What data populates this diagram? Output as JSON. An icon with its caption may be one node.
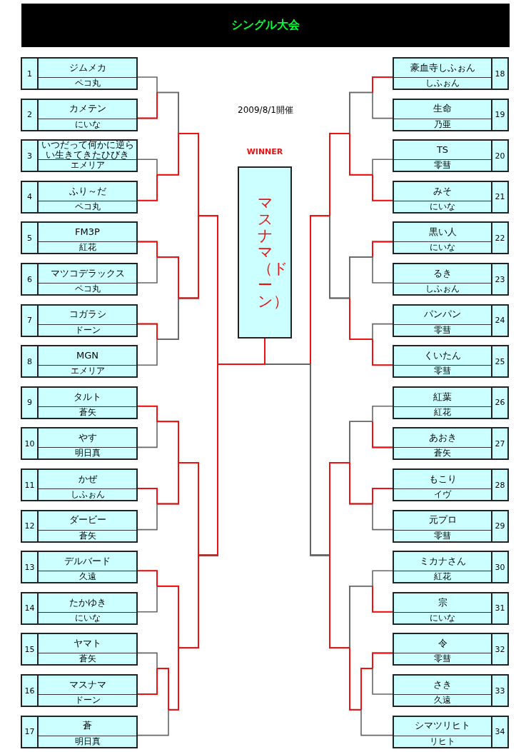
{
  "diagram": {
    "title": "シングル大会",
    "nodes": [
      {
        "text": [
          "ジムメカ",
          "ペコ丸"
        ],
        "beside": [
          "1"
        ]
      },
      {
        "text": [
          "カメテン",
          "にいな"
        ],
        "beside": [
          "2"
        ]
      },
      {
        "text": [
          "いつだって何かに逆らい生きてきたひびき",
          "エメリア"
        ],
        "beside": [
          "3"
        ]
      },
      {
        "text": [
          "ふり～だ",
          "ペコ丸"
        ],
        "beside": [
          "4"
        ]
      },
      {
        "text": [
          "FM3P",
          "紅花"
        ],
        "beside": [
          "5"
        ]
      },
      {
        "text": [
          "マツコデラックス",
          "ペコ丸"
        ],
        "beside": [
          "6"
        ]
      },
      {
        "text": [
          "コガラシ",
          "ドーン"
        ],
        "beside": [
          "7"
        ]
      },
      {
        "text": [
          "MGN",
          "エメリア"
        ],
        "beside": [
          "8"
        ]
      },
      {
        "text": [
          "タルト",
          "蒼矢"
        ],
        "beside": [
          "9"
        ]
      },
      {
        "text": [
          "やす",
          "明日真"
        ],
        "beside": [
          "10"
        ]
      },
      {
        "text": [
          "かぜ",
          "しふぉん"
        ],
        "beside": [
          "11"
        ]
      },
      {
        "text": [
          "ダービー",
          "蒼矢"
        ],
        "beside": [
          "12"
        ]
      },
      {
        "text": [
          "デルバード",
          "久遠"
        ],
        "beside": [
          "13"
        ]
      },
      {
        "text": [
          "たかゆき",
          "にいな"
        ],
        "beside": [
          "14"
        ]
      },
      {
        "text": [
          "ヤマト",
          "蒼矢"
        ],
        "beside": [
          "15"
        ]
      },
      {
        "text": [
          "マスナマ",
          "ドーン"
        ],
        "beside": [
          "16"
        ]
      },
      {
        "text": [
          "蒼",
          "明日真"
        ],
        "beside": [
          "17"
        ]
      },
      {
        "text": [
          "豪血寺しふぉん",
          "しふぉん"
        ],
        "beside": [
          "18"
        ]
      },
      {
        "text": [
          "生命",
          "乃亜"
        ],
        "beside": [
          "19"
        ]
      },
      {
        "text": [
          "TS",
          "零彗"
        ],
        "beside": [
          "20"
        ]
      },
      {
        "text": [
          "みそ",
          "にいな"
        ],
        "beside": [
          "21"
        ]
      },
      {
        "text": [
          "黒い人",
          "にいな"
        ],
        "beside": [
          "22"
        ]
      },
      {
        "text": [
          "るき",
          "しふぉん"
        ],
        "beside": [
          "23"
        ]
      },
      {
        "text": [
          "パンパン",
          "零彗"
        ],
        "beside": [
          "24"
        ]
      },
      {
        "text": [
          "くいたん",
          "零彗"
        ],
        "beside": [
          "25"
        ]
      },
      {
        "text": [
          "紅葉",
          "紅花"
        ],
        "beside": [
          "26"
        ]
      },
      {
        "text": [
          "あおき",
          "蒼矢"
        ],
        "beside": [
          "27"
        ]
      },
      {
        "text": [
          "もこり",
          "イヴ"
        ],
        "beside": [
          "28"
        ]
      },
      {
        "text": [
          "元プロ",
          "零彗"
        ],
        "beside": [
          "29"
        ]
      },
      {
        "text": [
          "ミカナさん",
          "紅花"
        ],
        "beside": [
          "30"
        ]
      },
      {
        "text": [
          "宗",
          "にいな"
        ],
        "beside": [
          "31"
        ]
      },
      {
        "text": [
          "令",
          "零彗"
        ],
        "beside": [
          "32"
        ]
      },
      {
        "text": [
          "さき",
          "久遠"
        ],
        "beside": [
          "33"
        ]
      },
      {
        "text": [
          "シマツリヒト",
          "リヒト"
        ],
        "beside": [
          "34"
        ]
      },
      {
        "text": [
          "マスナマ（ドーン）"
        ],
        "beside": [
          "WINNER"
        ]
      }
    ],
    "edges": [
      {
        "from": 0,
        "to": 34,
        "arrow": "none"
      },
      {
        "from": 1,
        "to": 34,
        "arrow": "none"
      },
      {
        "from": 2,
        "to": 34,
        "arrow": "none"
      },
      {
        "from": 3,
        "to": 34,
        "arrow": "none"
      },
      {
        "from": 4,
        "to": 34,
        "arrow": "none"
      },
      {
        "from": 5,
        "to": 34,
        "arrow": "none"
      },
      {
        "from": 6,
        "to": 34,
        "arrow": "none"
      },
      {
        "from": 7,
        "to": 34,
        "arrow": "none"
      },
      {
        "from": 8,
        "to": 34,
        "arrow": "none"
      },
      {
        "from": 9,
        "to": 34,
        "arrow": "none"
      },
      {
        "from": 10,
        "to": 34,
        "arrow": "none"
      },
      {
        "from": 11,
        "to": 34,
        "arrow": "none"
      },
      {
        "from": 12,
        "to": 34,
        "arrow": "none"
      },
      {
        "from": 13,
        "to": 34,
        "arrow": "none"
      },
      {
        "from": 14,
        "to": 34,
        "arrow": "none"
      },
      {
        "from": 15,
        "to": 34,
        "arrow": "none"
      },
      {
        "from": 16,
        "to": 34,
        "arrow": "none"
      },
      {
        "from": 17,
        "to": 34,
        "arrow": "none"
      },
      {
        "from": 18,
        "to": 34,
        "arrow": "none"
      },
      {
        "from": 19,
        "to": 34,
        "arrow": "none"
      },
      {
        "from": 20,
        "to": 34,
        "arrow": "none"
      },
      {
        "from": 21,
        "to": 34,
        "arrow": "none"
      },
      {
        "from": 22,
        "to": 34,
        "arrow": "none"
      },
      {
        "from": 23,
        "to": 34,
        "arrow": "none"
      },
      {
        "from": 24,
        "to": 34,
        "arrow": "none"
      },
      {
        "from": 25,
        "to": 34,
        "arrow": "none"
      },
      {
        "from": 26,
        "to": 34,
        "arrow": "none"
      },
      {
        "from": 27,
        "to": 34,
        "arrow": "none"
      },
      {
        "from": 28,
        "to": 34,
        "arrow": "none"
      },
      {
        "from": 29,
        "to": 34,
        "arrow": "none"
      },
      {
        "from": 30,
        "to": 34,
        "arrow": "none"
      },
      {
        "from": 31,
        "to": 34,
        "arrow": "none"
      },
      {
        "from": 32,
        "to": 34,
        "arrow": "none"
      },
      {
        "from": 33,
        "to": 34,
        "arrow": "none"
      }
    ],
    "labels": [
      "2009/8/1開催"
    ]
  }
}
